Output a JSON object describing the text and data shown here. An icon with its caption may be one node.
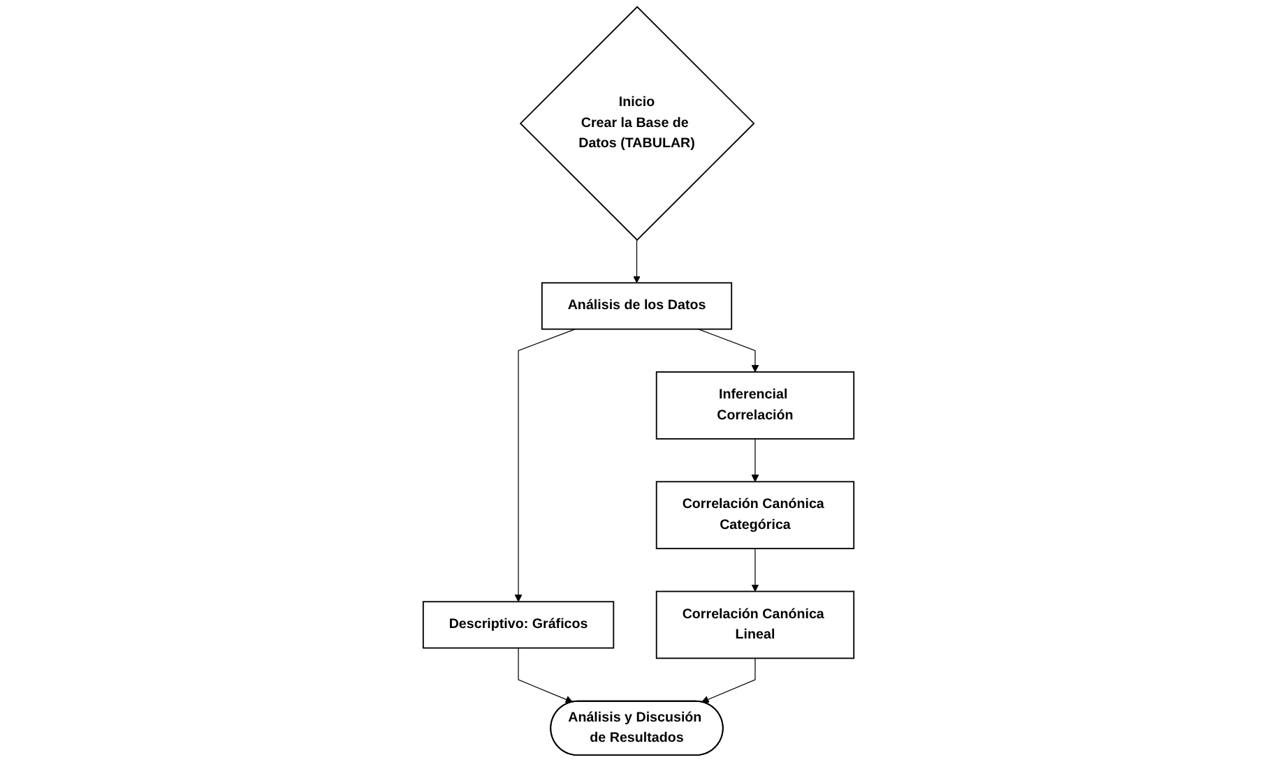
{
  "diagram": {
    "nodes": [
      {
        "text": [
          "Inicio",
          "Crear la Base de Datos (TABULAR)"
        ]
      },
      {
        "text": [
          "Análisis de los Datos"
        ]
      },
      {
        "text": [
          "Descriptivo: Gráficos"
        ]
      },
      {
        "text": [
          "Inferencial Correlación"
        ]
      },
      {
        "text": [
          "Correlación Canónica Categórica"
        ]
      },
      {
        "text": [
          "Correlación Canónica Lineal"
        ]
      },
      {
        "text": [
          "Análisis y Discusión de Resultados"
        ]
      }
    ],
    "edges": [
      {
        "from": 0,
        "to": 1,
        "arrow": "to"
      },
      {
        "from": 1,
        "to": 2,
        "arrow": "to"
      },
      {
        "from": 1,
        "to": 3,
        "arrow": "to"
      },
      {
        "from": 3,
        "to": 4,
        "arrow": "to"
      },
      {
        "from": 4,
        "to": 5,
        "arrow": "to"
      },
      {
        "from": 2,
        "to": 6,
        "arrow": "to"
      },
      {
        "from": 5,
        "to": 6,
        "arrow": "to"
      }
    ]
  }
}
